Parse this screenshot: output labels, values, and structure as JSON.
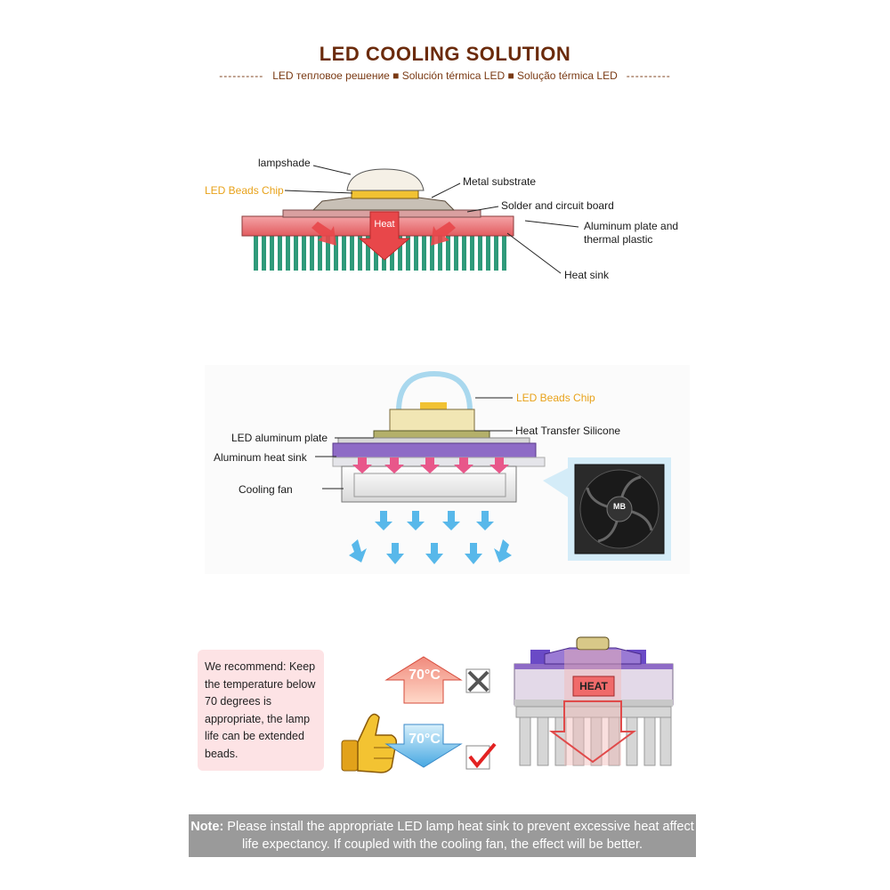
{
  "header": {
    "title": "LED COOLING SOLUTION",
    "subtitle": "LED тепловое решение ■ Solución térmica LED ■ Solução térmica LED",
    "dashes": "----------"
  },
  "diagram1": {
    "lampshade": "lampshade",
    "led_beads_chip": "LED Beads Chip",
    "metal_substrate": "Metal substrate",
    "solder_board": "Solder and circuit board",
    "aluminum_plate_line1": "Aluminum plate and",
    "aluminum_plate_line2": "thermal plastic",
    "heat_sink": "Heat sink",
    "heat_label": "Heat"
  },
  "diagram2": {
    "led_beads_chip": "LED Beads Chip",
    "heat_transfer_silicone": "Heat Transfer Silicone",
    "led_aluminum_plate": "LED aluminum plate",
    "aluminum_heat_sink": "Aluminum heat sink",
    "cooling_fan": "Cooling fan",
    "fan_logo": "MB"
  },
  "diagram3": {
    "recommendation": "We recommend: Keep the temperature below 70 degrees is appropriate, the lamp life can be extended beads.",
    "temp_high": "70°C",
    "temp_low": "70°C",
    "heat_label": "HEAT"
  },
  "note": {
    "prefix": "Note:",
    "text": " Please install the appropriate LED lamp heat sink to prevent excessive heat affect life expectancy. If coupled with the cooling fan, the effect will be better."
  },
  "colors": {
    "title": "#6b2b0c",
    "orange_label": "#e8a21a",
    "heat_red": "#e8474a",
    "fin_green": "#2f9a7a",
    "plate_purple": "#8e6bc6",
    "arrow_blue": "#58b8ea"
  }
}
